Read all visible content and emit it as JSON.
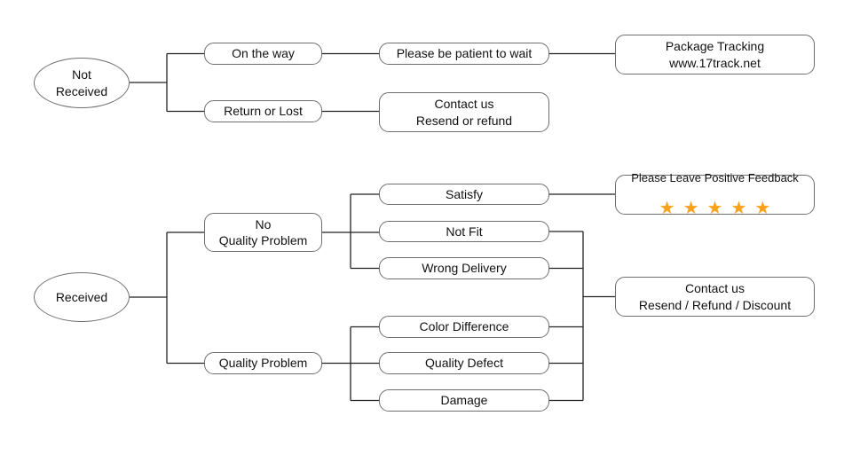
{
  "diagram": {
    "not_received": {
      "label": "Not\nReceived"
    },
    "on_the_way": {
      "label": "On the way"
    },
    "please_wait": {
      "label": "Please be patient to wait"
    },
    "package_tracking": {
      "label": "Package Tracking\nwww.17track.net"
    },
    "return_or_lost": {
      "label": "Return or Lost"
    },
    "contact_resend_refund": {
      "label": "Contact us\nResend or refund"
    },
    "received": {
      "label": "Received"
    },
    "no_quality_problem": {
      "label": "No\nQuality Problem"
    },
    "satisfy": {
      "label": "Satisfy"
    },
    "positive_feedback": {
      "label": "Please Leave Positive Feedback",
      "star_char": "★",
      "star_count": 5
    },
    "not_fit": {
      "label": "Not Fit"
    },
    "wrong_delivery": {
      "label": "Wrong Delivery"
    },
    "quality_problem": {
      "label": "Quality Problem"
    },
    "color_difference": {
      "label": "Color Difference"
    },
    "quality_defect": {
      "label": "Quality Defect"
    },
    "damage": {
      "label": "Damage"
    },
    "contact_resend_refund_discount": {
      "label": "Contact us\nResend / Refund / Discount"
    }
  },
  "colors": {
    "star": "#F9A11B",
    "connector": "#222222",
    "node_border": "#6E6E6E",
    "text": "#111111",
    "background": "#FFFFFF"
  }
}
